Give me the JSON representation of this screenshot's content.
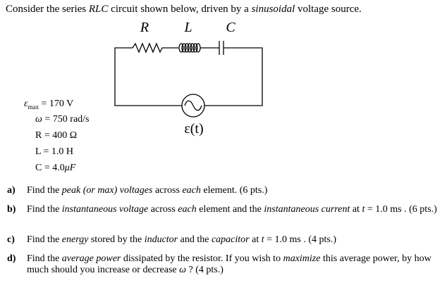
{
  "intro": {
    "t1": "Consider the series ",
    "t2": "RLC",
    "t3": " circuit shown below, driven by a ",
    "t4": "sinusoidal",
    "t5": " voltage source."
  },
  "circuit": {
    "label_r": "R",
    "label_l": "L",
    "label_c": "C",
    "source_label": "ε(t)"
  },
  "params": {
    "emax_sym": "ε",
    "emax_sub": "max",
    "emax_val": " = 170 V",
    "omega_sym": "ω",
    "omega_val": " = 750 rad/s",
    "r": "R = 400 Ω",
    "l": "L = 1.0 H",
    "c_pre": "C = 4.0",
    "c_mu": "μF"
  },
  "questions": {
    "a": {
      "label": "a)",
      "t1": "Find the ",
      "t2": "peak (or max) voltages",
      "t3": " across ",
      "t4": "each",
      "t5": " element.  (6 pts.)"
    },
    "b": {
      "label": "b)",
      "t1": "Find the ",
      "t2": "instantaneous voltage",
      "t3": " across ",
      "t4": "each",
      "t5": " element and the ",
      "t6": "instantaneous current",
      "t7": " at ",
      "t8": "t",
      "t9": " = 1.0 ms .  (6 pts.)"
    },
    "c": {
      "label": "c)",
      "t1": "Find the ",
      "t2": "energy",
      "t3": " stored by the ",
      "t4": "inductor",
      "t5": " and the ",
      "t6": "capacitor",
      "t7": " at ",
      "t8": "t",
      "t9": " = 1.0 ms .  (4 pts.)"
    },
    "d": {
      "label": "d)",
      "t1": "Find the ",
      "t2": "average power",
      "t3": " dissipated by the resistor.  If you wish to ",
      "t4": "maximize",
      "t5": " this average power, by how much should you increase or decrease ",
      "t6": "ω",
      "t7": " ?  (4 pts.)"
    }
  }
}
